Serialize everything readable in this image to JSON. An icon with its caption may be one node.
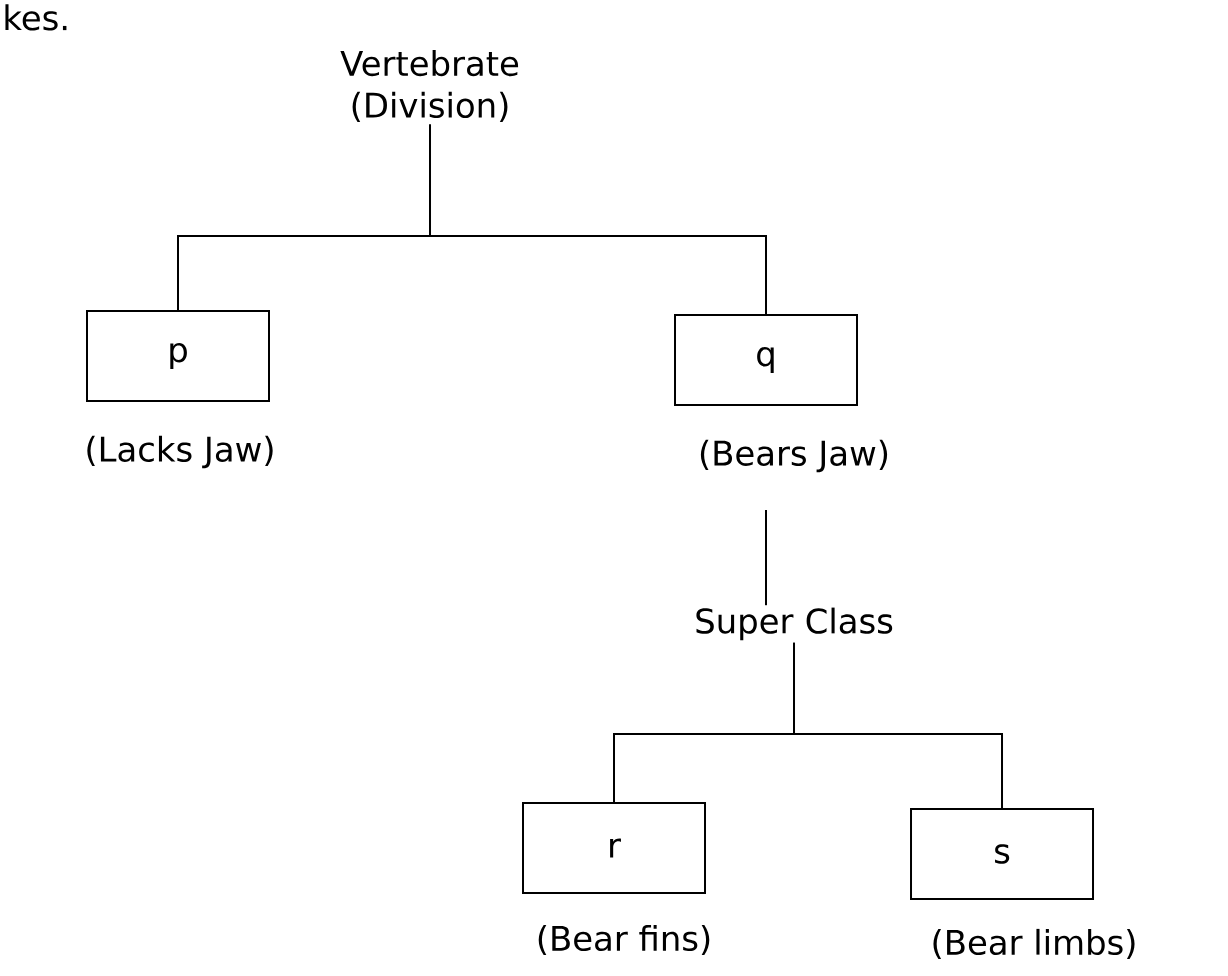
{
  "diagram": {
    "nodes": [
      {
        "text": [
          "Vertebrate (Division)"
        ]
      },
      {
        "text": [
          "p"
        ],
        "beside": [
          "(Lacks Jaw)"
        ]
      },
      {
        "text": [
          "q"
        ],
        "beside": [
          "(Bears Jaw)"
        ]
      },
      {
        "text": [
          "Super Class"
        ]
      },
      {
        "text": [
          "r"
        ],
        "beside": [
          "(Bear fins)"
        ]
      },
      {
        "text": [
          "s"
        ],
        "beside": [
          "(Bear limbs)"
        ]
      }
    ],
    "edges": [
      {
        "from": 0,
        "to": 1,
        "arrow": "none"
      },
      {
        "from": 0,
        "to": 2,
        "arrow": "none"
      },
      {
        "from": 2,
        "to": 3,
        "arrow": "none"
      },
      {
        "from": 3,
        "to": 4,
        "arrow": "none"
      },
      {
        "from": 3,
        "to": 5,
        "arrow": "none"
      }
    ],
    "labels": [
      "kes."
    ]
  }
}
